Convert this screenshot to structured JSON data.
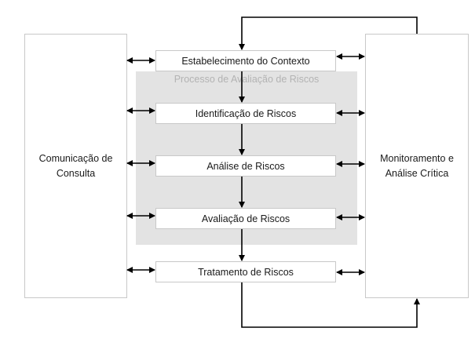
{
  "left_panel": {
    "line1": "Comunicação de",
    "line2": "Consulta"
  },
  "right_panel": {
    "line1": "Monitoramento e",
    "line2": "Análise Crítica"
  },
  "process_area": {
    "label": "Processo de Avaliação de Riscos"
  },
  "steps": [
    {
      "label": "Estabelecimento do  Contexto"
    },
    {
      "label": "Identificação de Riscos"
    },
    {
      "label": "Análise de Riscos"
    },
    {
      "label": "Avaliação de Riscos"
    },
    {
      "label": "Tratamento de Riscos"
    }
  ],
  "colors": {
    "box_border": "#c8c8c8",
    "process_fill": "#e3e3e3",
    "arrow": "#000000"
  }
}
